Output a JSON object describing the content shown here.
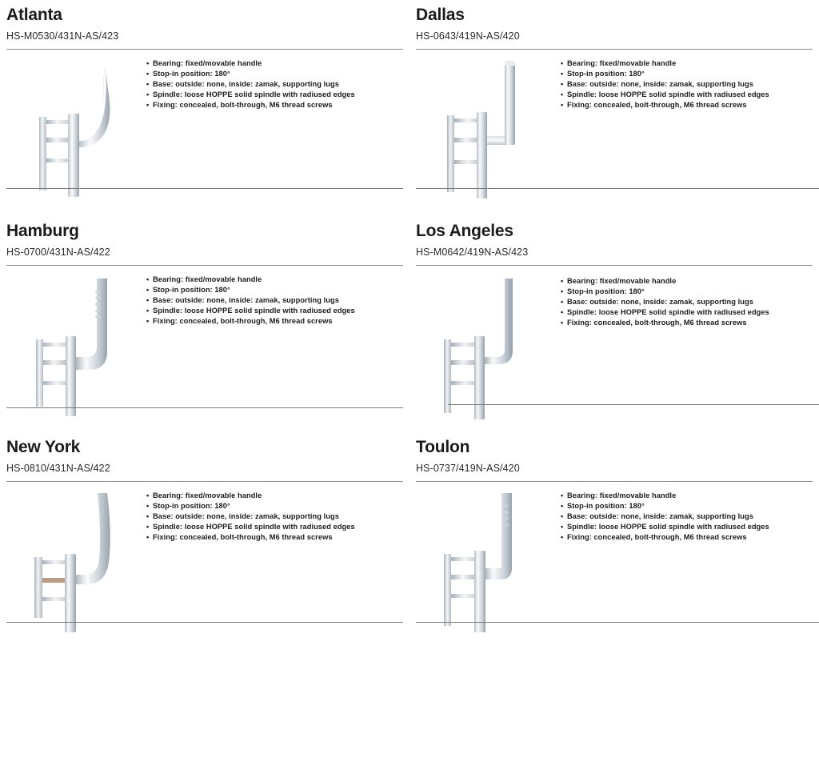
{
  "page": {
    "kind": "product-catalogue-sheet",
    "columns": 2,
    "rows": 3
  },
  "shared_specs": [
    "Bearing: fixed/movable handle",
    "Stop-in position: 180°",
    "Base: outside: none, inside: zamak, supporting lugs",
    "Spindle: loose HOPPE solid spindle with radiused edges",
    "Fixing: concealed, bolt-through, M6 thread screws"
  ],
  "bullet_glyph": "•",
  "colors": {
    "text": "#1b1b1b",
    "rule": "#8b8b8b",
    "metal_light": "#f2f4f6",
    "metal_mid": "#c9cfd6",
    "metal_dark": "#9aa3ad",
    "background": "#ffffff"
  },
  "products": [
    {
      "name": "Atlanta",
      "code": "HS-M0530/431N-AS/423",
      "handle_style": "curved-sweep-lever",
      "specs": [
        "Bearing: fixed/movable handle",
        "Stop-in position: 180°",
        "Base: outside: none, inside: zamak, supporting lugs",
        "Spindle: loose HOPPE solid spindle with radiused edges",
        "Fixing: concealed, bolt-through, M6 thread screws"
      ]
    },
    {
      "name": "Dallas",
      "code": "HS-0643/419N-AS/420",
      "handle_style": "square-l-lever",
      "specs": [
        "Bearing: fixed/movable handle",
        "Stop-in position: 180°",
        "Base: outside: none, inside: zamak, supporting lugs",
        "Spindle: loose HOPPE solid spindle with radiused edges",
        "Fixing: concealed, bolt-through, M6 thread screws"
      ]
    },
    {
      "name": "Hamburg",
      "code": "HS-0700/431N-AS/422",
      "handle_style": "grooved-l-lever",
      "specs": [
        "Bearing: fixed/movable handle",
        "Stop-in position: 180°",
        "Base: outside: none, inside: zamak, supporting lugs",
        "Spindle: loose HOPPE solid spindle with radiused edges",
        "Fixing: concealed, bolt-through, M6 thread screws"
      ]
    },
    {
      "name": "Los Angeles",
      "code": "HS-M0642/419N-AS/423",
      "handle_style": "slim-round-l-lever",
      "specs": [
        "Bearing: fixed/movable handle",
        "Stop-in position: 180°",
        "Base: outside: none, inside: zamak, supporting lugs",
        "Spindle: loose HOPPE solid spindle with radiused edges",
        "Fixing: concealed, bolt-through, M6 thread screws"
      ]
    },
    {
      "name": "New York",
      "code": "HS-0810/431N-AS/422",
      "handle_style": "organic-curved-l-lever",
      "specs": [
        "Bearing: fixed/movable handle",
        "Stop-in position: 180°",
        "Base: outside: none, inside: zamak, supporting lugs",
        "Spindle: loose HOPPE solid spindle with radiused edges",
        "Fixing: concealed, bolt-through, M6 thread screws"
      ]
    },
    {
      "name": "Toulon",
      "code": "HS-0737/419N-AS/420",
      "handle_style": "scalloped-square-l-lever",
      "specs": [
        "Bearing: fixed/movable handle",
        "Stop-in position: 180°",
        "Base: outside: none, inside: zamak, supporting lugs",
        "Spindle: loose HOPPE solid spindle with radiused edges",
        "Fixing: concealed, bolt-through, M6 thread screws"
      ]
    }
  ]
}
